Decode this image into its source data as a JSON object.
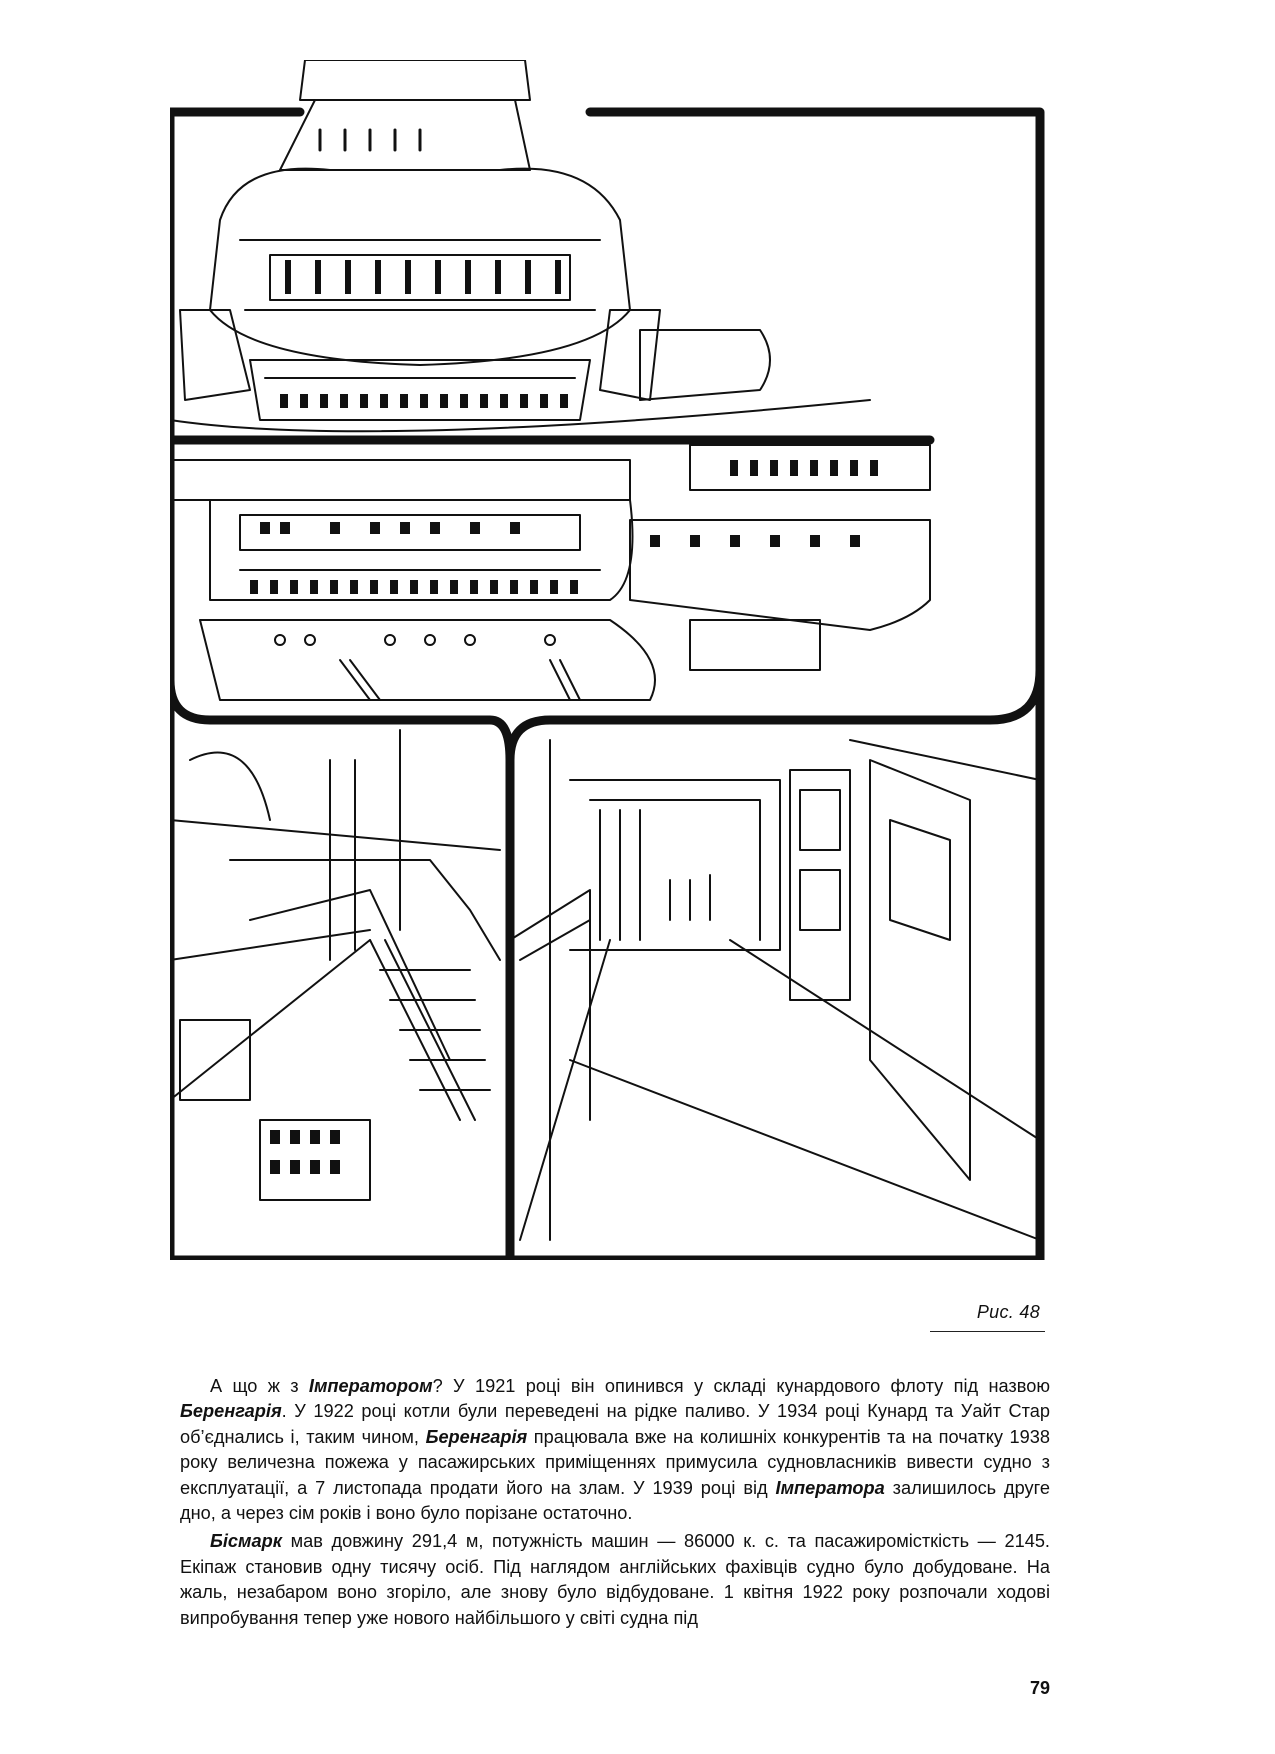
{
  "figure": {
    "caption": "Рис. 48",
    "description_icon": "ship-interior-illustration"
  },
  "paragraphs": [
    [
      {
        "t": "А що ж з ",
        "b": false
      },
      {
        "t": "Імператором",
        "b": true
      },
      {
        "t": "? У 1921 році він опинився у складі кунардового флоту під назвою ",
        "b": false
      },
      {
        "t": "Беренгарія",
        "b": true
      },
      {
        "t": ". У 1922 році котли були переведені на рідке паливо. У 1934 році Кунард та Уайт Стар об’єднались і, таким чином, ",
        "b": false
      },
      {
        "t": "Беренгарія",
        "b": true
      },
      {
        "t": " працювала вже на колишніх конкурентів та на початку 1938 року величезна пожежа у пасажирських приміщеннях примусила судновласників вивести судно з експлуатації, а 7 листопада продати його на злам. У 1939 році від ",
        "b": false
      },
      {
        "t": "Імператора",
        "b": true
      },
      {
        "t": " залишилось друге дно, а через сім років і воно було порізане остаточно.",
        "b": false
      }
    ],
    [
      {
        "t": "Бісмарк",
        "b": true
      },
      {
        "t": " мав довжину 291,4 м, потужність машин — 86000 к. с. та пасажиромісткість — 2145. Екіпаж становив одну тисячу осіб. Під наглядом англійських фахівців судно було добудоване. На жаль, незабаром воно згоріло, але знову було відбудоване. 1 квітня 1922 року розпочали ходові випробування тепер уже нового найбільшого у світі судна під",
        "b": false
      }
    ]
  ],
  "page_number": "79"
}
